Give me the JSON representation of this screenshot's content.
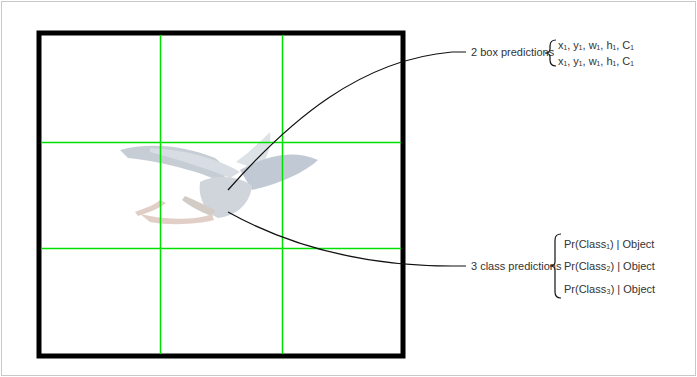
{
  "diagram": {
    "labels": [
      "2 box predictions",
      "x₁, y₁, w₁, h₁, C₁",
      "x₁, y₁, w₁, h₁, C₁",
      "3 class predictions",
      "Pr(Class₁) | Object",
      "Pr(Class₂) | Object",
      "Pr(Class₃) | Object"
    ]
  }
}
